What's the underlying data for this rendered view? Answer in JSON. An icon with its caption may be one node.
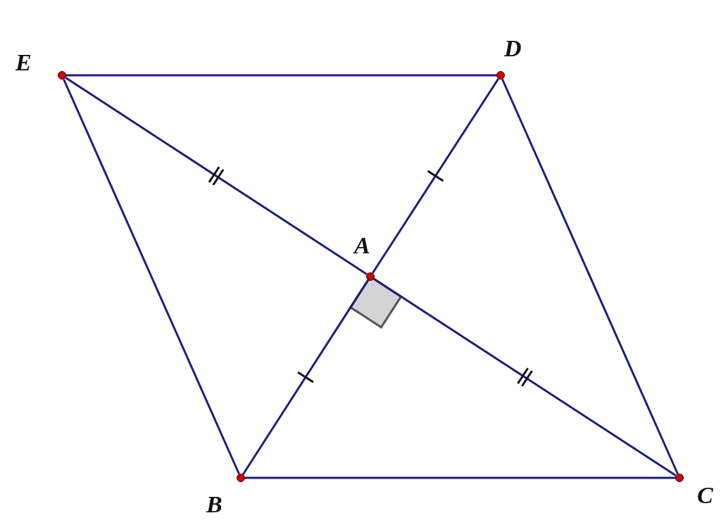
{
  "diagram": {
    "nodes": [
      {
        "text": [],
        "shape": "circle",
        "beside": [
          "E"
        ]
      },
      {
        "text": [],
        "shape": "circle",
        "beside": [
          "D"
        ]
      },
      {
        "text": [],
        "shape": "circle",
        "beside": [
          "A"
        ]
      },
      {
        "text": [],
        "shape": "circle",
        "beside": [
          "B"
        ]
      },
      {
        "text": [],
        "shape": "circle",
        "beside": [
          "C"
        ]
      }
    ],
    "edges": [
      {
        "from": 0,
        "to": 1,
        "arrow": "none"
      },
      {
        "from": 0,
        "to": 3,
        "arrow": "none"
      },
      {
        "from": 1,
        "to": 4,
        "arrow": "none"
      },
      {
        "from": 3,
        "to": 4,
        "arrow": "none"
      },
      {
        "from": 0,
        "to": 2,
        "arrow": "none"
      },
      {
        "from": 2,
        "to": 4,
        "arrow": "none"
      },
      {
        "from": 1,
        "to": 2,
        "arrow": "none"
      },
      {
        "from": 2,
        "to": 3,
        "arrow": "none"
      }
    ]
  }
}
